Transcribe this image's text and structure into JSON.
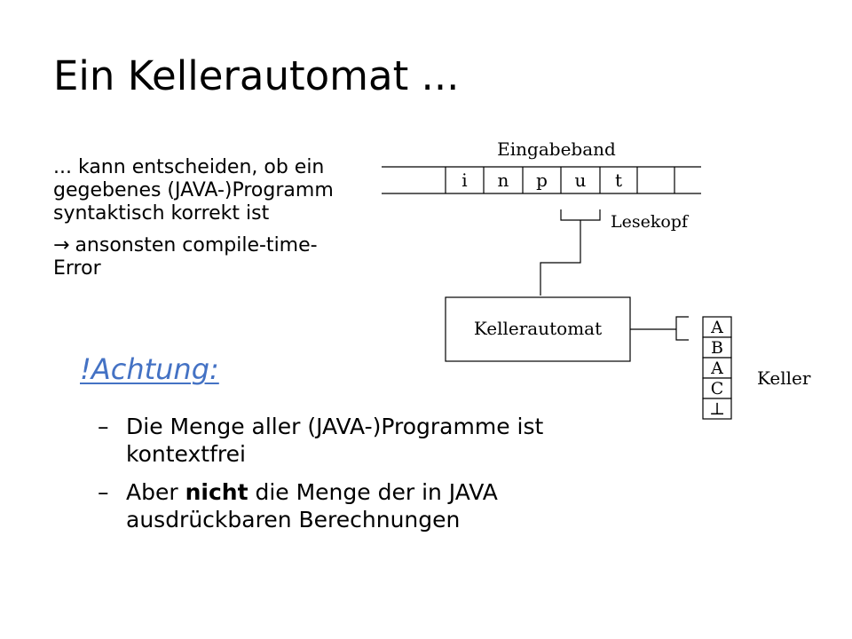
{
  "slide": {
    "title": "Ein Kellerautomat ...",
    "paragraph1": "... kann entscheiden, ob ein gegebenes (JAVA-)Programm syntaktisch korrekt ist",
    "paragraph2_arrow": "→",
    "paragraph2": "ansonsten compile-time-Error",
    "heading": "!Achtung:",
    "bullet_marker": "–",
    "bullets": [
      {
        "text": "Die Menge aller (JAVA-)Programme ist kontextfrei"
      },
      {
        "before": "Aber ",
        "bold": "nicht",
        "after": " die Menge der in JAVA ausdrückbaren Berechnungen"
      }
    ]
  },
  "diagram": {
    "tape_label": "Eingabeband",
    "tape_cells": [
      "i",
      "n",
      "p",
      "u",
      "t"
    ],
    "head_label": "Lesekopf",
    "automaton_label": "Kellerautomat",
    "stack_label": "Keller",
    "stack_cells": [
      "A",
      "B",
      "A",
      "C",
      "⊥"
    ]
  }
}
